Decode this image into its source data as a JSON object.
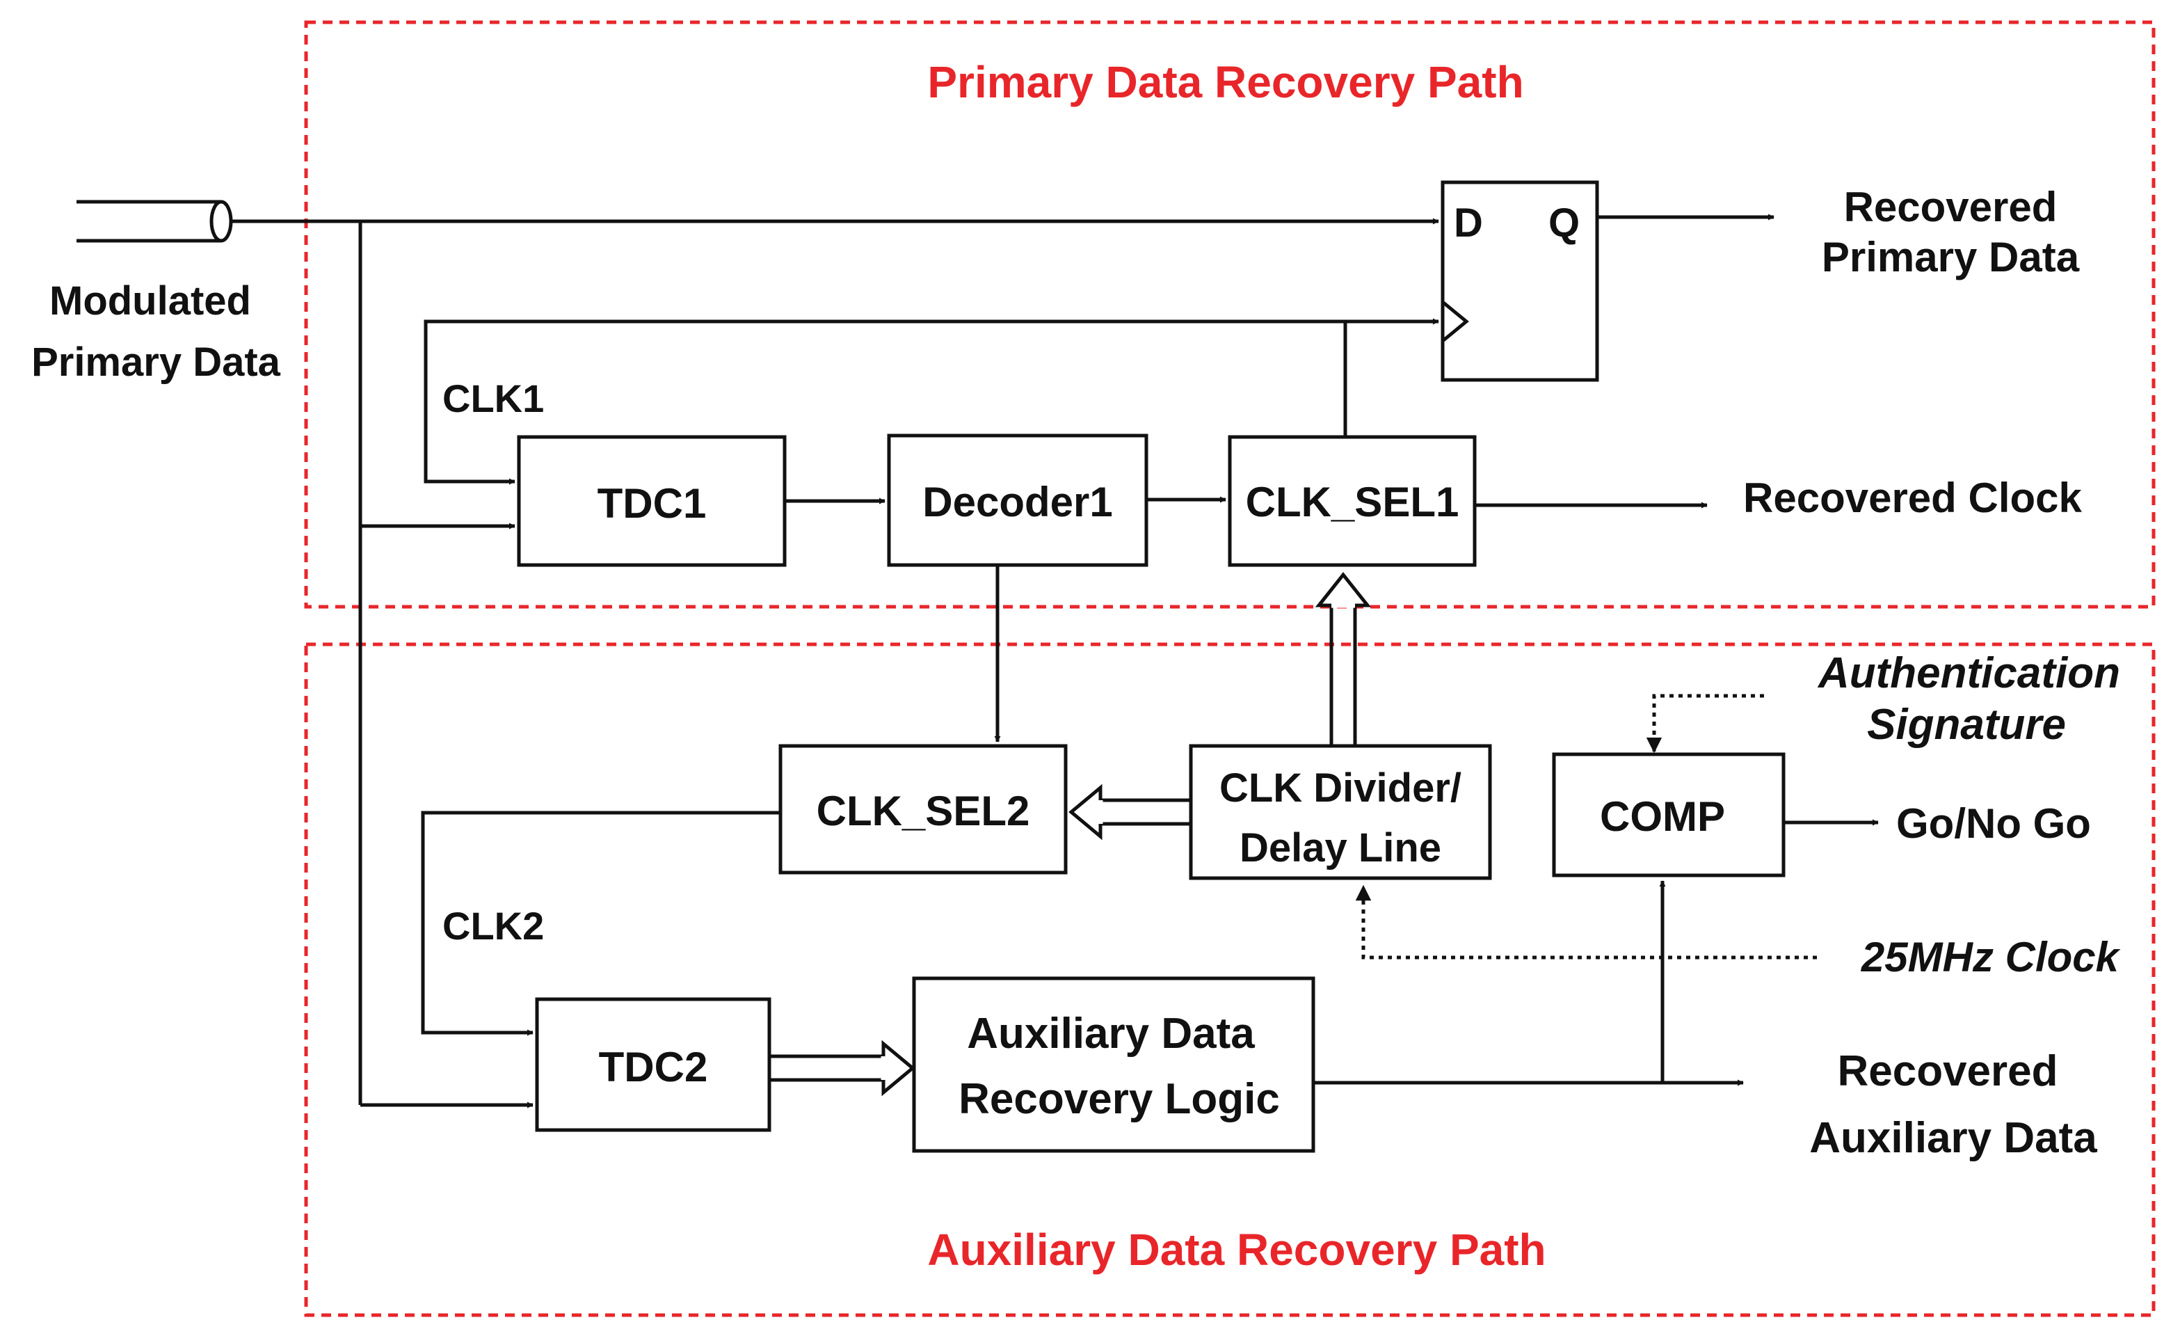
{
  "colors": {
    "region_border": "#e8262a",
    "region_title": "#e8262a",
    "ink": "#111111"
  },
  "regions": {
    "primary_title": "Primary Data Recovery Path",
    "auxiliary_title": "Auxiliary Data Recovery Path"
  },
  "input": {
    "label_line1": "Modulated",
    "label_line2": "Primary Data"
  },
  "blocks": {
    "flipflop_d": "D",
    "flipflop_q": "Q",
    "tdc1": "TDC1",
    "decoder1": "Decoder1",
    "clk_sel1": "CLK_SEL1",
    "clk_sel2": "CLK_SEL2",
    "divider_line1": "CLK Divider/",
    "divider_line2": "Delay Line",
    "comp": "COMP",
    "tdc2": "TDC2",
    "aux_logic_line1": "Auxiliary Data",
    "aux_logic_line2": "Recovery Logic"
  },
  "signals": {
    "clk1": "CLK1",
    "clk2": "CLK2",
    "recovered_primary_line1": "Recovered",
    "recovered_primary_line2": "Primary Data",
    "recovered_clock": "Recovered Clock",
    "auth_line1": "Authentication",
    "auth_line2": "Signature",
    "go_no_go": "Go/No Go",
    "clock_25mhz": "25MHz Clock",
    "recovered_aux_line1": "Recovered",
    "recovered_aux_line2": "Auxiliary Data"
  }
}
